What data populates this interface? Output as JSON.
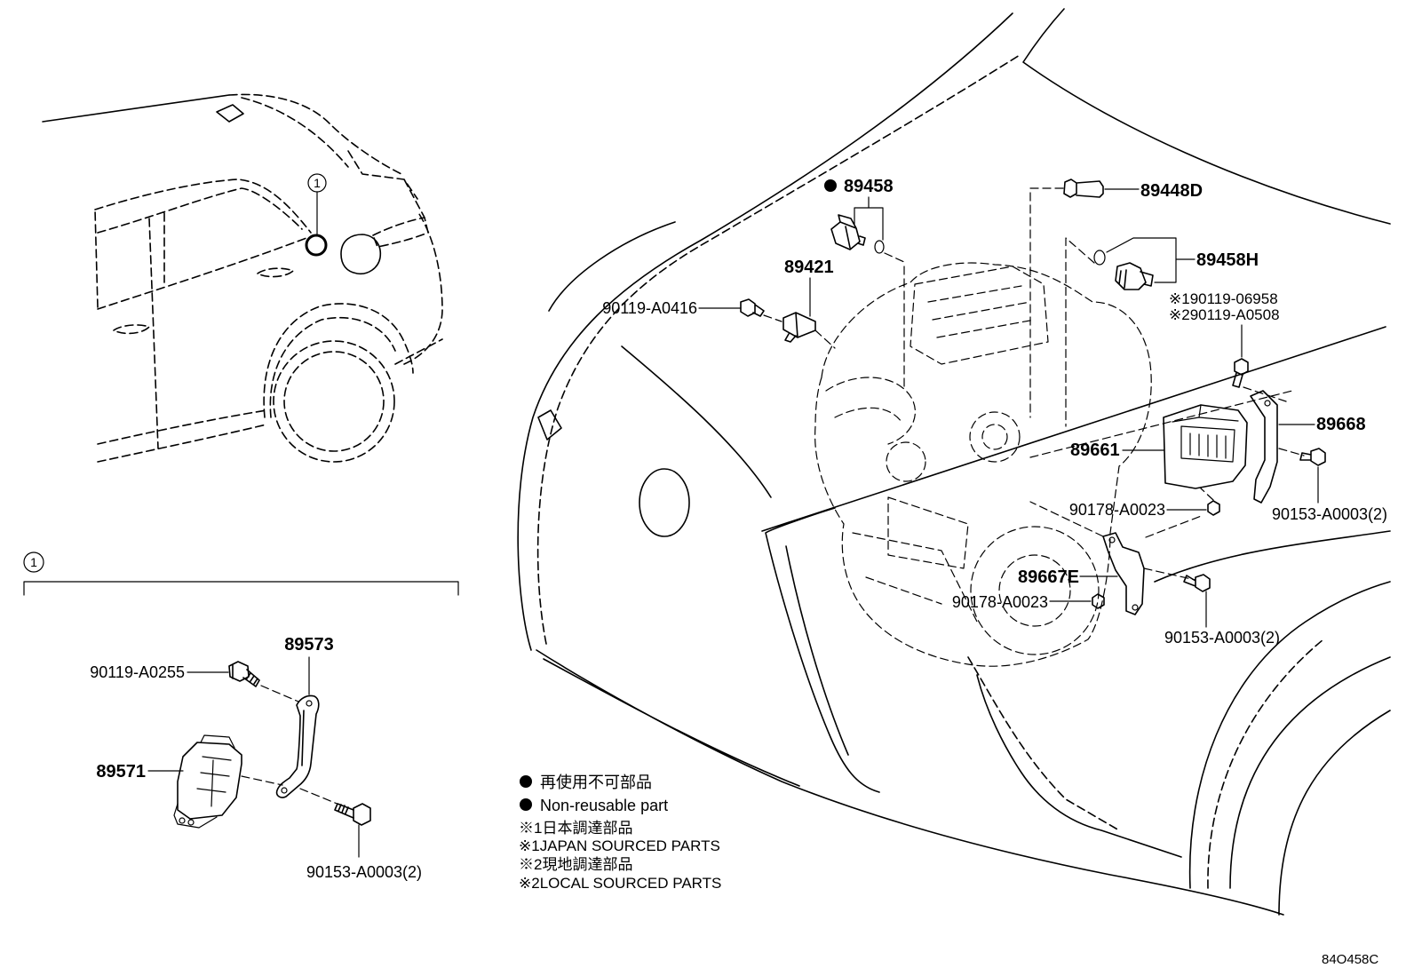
{
  "diagram_code": "84O458C",
  "callouts": {
    "ref_car": "1",
    "ref_group": "1",
    "bracket_89573": "89573",
    "bolt_90119_a0255": "90119-A0255",
    "unit_89571": "89571",
    "screw_90153_a0003_left": "90153-A0003(2)",
    "sensor_89458": "89458",
    "sensor_89421": "89421",
    "bolt_90119_a0416": "90119-A0416",
    "sensor_89448d": "89448D",
    "sensor_89458h": "89458H",
    "note_1": "※190119-06958",
    "note_2": "※290119-A0508",
    "bracket_89668": "89668",
    "ecu_89661": "89661",
    "nut_90178_a0023_upper": "90178-A0023",
    "bolt_90153_a0003_upper": "90153-A0003(2)",
    "bracket_89667e": "89667E",
    "nut_90178_a0023_lower": "90178-A0023",
    "bolt_90153_a0003_lower": "90153-A0003(2)"
  },
  "markers": {
    "non_reusable_icon": "filled-circle-icon"
  },
  "legend": {
    "marker_icon": "filled-circle-icon",
    "items": [
      {
        "text": "再使用不可部品"
      },
      {
        "text": "Non-reusable part"
      },
      {
        "text": "※1日本調達部品"
      },
      {
        "text": "※1JAPAN SOURCED PARTS"
      },
      {
        "text": "※2現地調達部品"
      },
      {
        "text": "※2LOCAL SOURCED PARTS"
      }
    ]
  },
  "colors": {
    "line": "#000000",
    "background": "#ffffff"
  }
}
